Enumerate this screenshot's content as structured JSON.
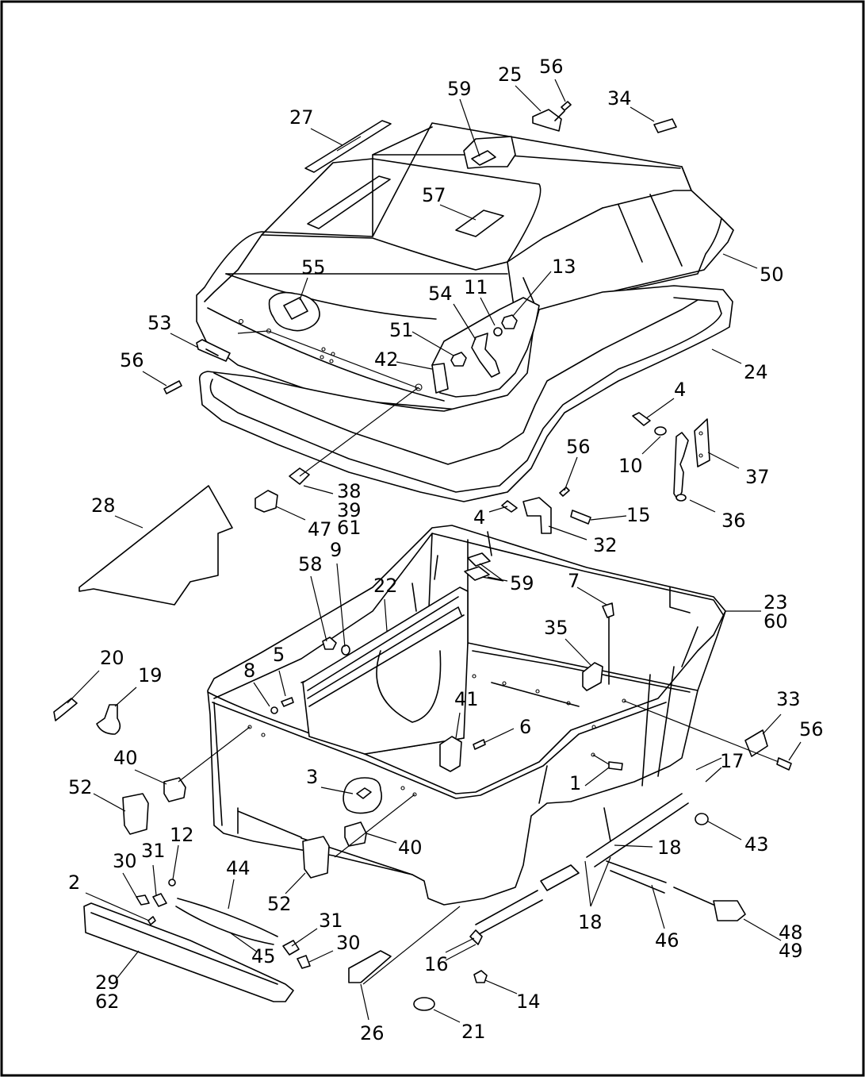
{
  "callouts": [
    {
      "id": "c25",
      "text": "25"
    },
    {
      "id": "c56a",
      "text": "56"
    },
    {
      "id": "c59a",
      "text": "59"
    },
    {
      "id": "c34",
      "text": "34"
    },
    {
      "id": "c27",
      "text": "27"
    },
    {
      "id": "c57",
      "text": "57"
    },
    {
      "id": "c55",
      "text": "55"
    },
    {
      "id": "c13",
      "text": "13"
    },
    {
      "id": "c11",
      "text": "11"
    },
    {
      "id": "c54",
      "text": "54"
    },
    {
      "id": "c50",
      "text": "50"
    },
    {
      "id": "c53",
      "text": "53"
    },
    {
      "id": "c51",
      "text": "51"
    },
    {
      "id": "c56b",
      "text": "56"
    },
    {
      "id": "c42",
      "text": "42"
    },
    {
      "id": "c24",
      "text": "24"
    },
    {
      "id": "c4a",
      "text": "4"
    },
    {
      "id": "c10",
      "text": "10"
    },
    {
      "id": "c37",
      "text": "37"
    },
    {
      "id": "c56c",
      "text": "56"
    },
    {
      "id": "c36",
      "text": "36"
    },
    {
      "id": "c28",
      "text": "28"
    },
    {
      "id": "c38",
      "text": "38"
    },
    {
      "id": "c39",
      "text": "39"
    },
    {
      "id": "c61",
      "text": "61"
    },
    {
      "id": "c47",
      "text": "47"
    },
    {
      "id": "c4b",
      "text": "4"
    },
    {
      "id": "c15",
      "text": "15"
    },
    {
      "id": "c32",
      "text": "32"
    },
    {
      "id": "c9",
      "text": "9"
    },
    {
      "id": "c58",
      "text": "58"
    },
    {
      "id": "c22",
      "text": "22"
    },
    {
      "id": "c59b",
      "text": "59"
    },
    {
      "id": "c7",
      "text": "7"
    },
    {
      "id": "c23",
      "text": "23"
    },
    {
      "id": "c60",
      "text": "60"
    },
    {
      "id": "c35",
      "text": "35"
    },
    {
      "id": "c20",
      "text": "20"
    },
    {
      "id": "c19",
      "text": "19"
    },
    {
      "id": "c5",
      "text": "5"
    },
    {
      "id": "c8",
      "text": "8"
    },
    {
      "id": "c41",
      "text": "41"
    },
    {
      "id": "c6",
      "text": "6"
    },
    {
      "id": "c33",
      "text": "33"
    },
    {
      "id": "c56d",
      "text": "56"
    },
    {
      "id": "c40a",
      "text": "40"
    },
    {
      "id": "c52a",
      "text": "52"
    },
    {
      "id": "c3",
      "text": "3"
    },
    {
      "id": "c17",
      "text": "17"
    },
    {
      "id": "c1",
      "text": "1"
    },
    {
      "id": "c43",
      "text": "43"
    },
    {
      "id": "c40b",
      "text": "40"
    },
    {
      "id": "c12",
      "text": "12"
    },
    {
      "id": "c31a",
      "text": "31"
    },
    {
      "id": "c30a",
      "text": "30"
    },
    {
      "id": "c44",
      "text": "44"
    },
    {
      "id": "c18a",
      "text": "18"
    },
    {
      "id": "c2",
      "text": "2"
    },
    {
      "id": "c52b",
      "text": "52"
    },
    {
      "id": "c18b",
      "text": "18"
    },
    {
      "id": "c46",
      "text": "46"
    },
    {
      "id": "c31b",
      "text": "31"
    },
    {
      "id": "c30b",
      "text": "30"
    },
    {
      "id": "c45",
      "text": "45"
    },
    {
      "id": "c48",
      "text": "48"
    },
    {
      "id": "c49",
      "text": "49"
    },
    {
      "id": "c29",
      "text": "29"
    },
    {
      "id": "c62",
      "text": "62"
    },
    {
      "id": "c16",
      "text": "16"
    },
    {
      "id": "c14",
      "text": "14"
    },
    {
      "id": "c26",
      "text": "26"
    },
    {
      "id": "c21",
      "text": "21"
    }
  ]
}
